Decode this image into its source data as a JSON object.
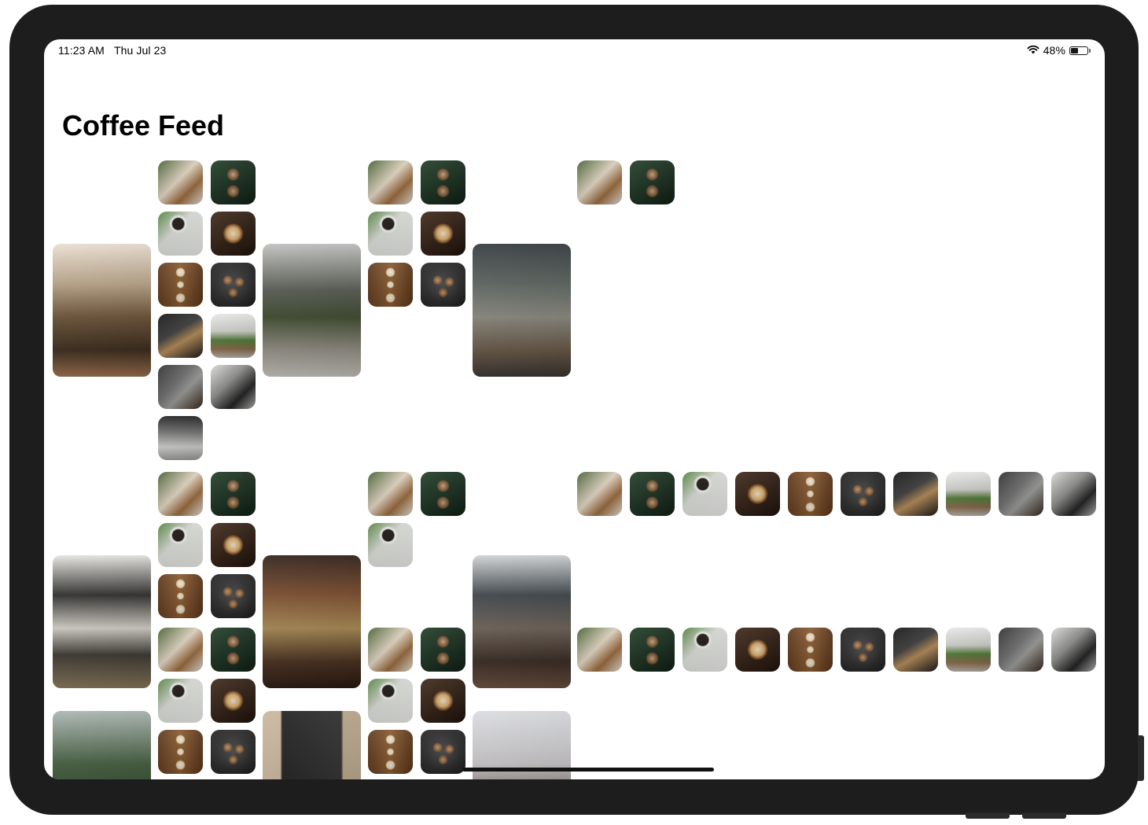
{
  "status_bar": {
    "time": "11:23 AM",
    "date": "Thu Jul 23",
    "battery": "48%",
    "battery_level": 0.48
  },
  "page": {
    "title": "Coffee Feed"
  },
  "icons": [
    "wifi-icon",
    "battery-icon"
  ],
  "thumbnails": [
    {
      "name": "latte-cups-plants",
      "bg": "linear-gradient(135deg,#3f5a2a 0%,#e4d7c4 45%,#9b6a3c 70%,#f2ede4 100%)"
    },
    {
      "name": "two-cappuccinos-dark",
      "bg": "radial-gradient(circle at 50% 32%,#c9a57d 0,#6b4a2a 14%,transparent 17%),radial-gradient(circle at 50% 70%,#c9a57d 0,#6b4a2a 14%,transparent 17%),linear-gradient(135deg,#1d3a24,#0f1f14)"
    },
    {
      "name": "coffee-cup-notebook",
      "bg": "radial-gradient(circle at 45% 28%,#1a1410 0,#1a1410 14%,#f5f5f5 17%,transparent 24%),linear-gradient(135deg,#4c7a36 0%,#d9dcd6 40%,#f1f1ee 100%)"
    },
    {
      "name": "latte-art-beans",
      "bg": "radial-gradient(circle at 50% 50%,#f2e2c6 0,#d6a968 20%,#6a3f1b 30%,transparent 33%),linear-gradient(135deg,#3c2415,#1f130b)"
    },
    {
      "name": "cups-on-wood",
      "bg": "radial-gradient(circle at 50% 22%,#f5f0e8 0,#e8d2ae 9%,transparent 12%),radial-gradient(circle at 50% 50%,#f5f0e8 0,#e8d2ae 9%,transparent 12%),radial-gradient(circle at 50% 80%,#f5f0e8 0,#e8d2ae 9%,transparent 12%),linear-gradient(90deg,#5a3418,#8a5a2e 50%,#5a3418)"
    },
    {
      "name": "three-lattes-tray",
      "bg": "radial-gradient(circle at 38% 40%,#c59a6b 0,#7d5534 10%,transparent 13%),radial-gradient(circle at 64% 44%,#c59a6b 0,#7d5534 10%,transparent 13%),radial-gradient(circle at 50% 68%,#c59a6b 0,#7d5534 10%,transparent 13%),radial-gradient(circle,#4a4a4a 0,#2a2a2a 55%,#1b1b1b 100%)"
    },
    {
      "name": "pour-over-dark",
      "bg": "linear-gradient(150deg,#0f0f0f 0%,#3a3a3a 40%,#b48a55 60%,#1c1c1c 100%)"
    },
    {
      "name": "plant-coffee-counter",
      "bg": "linear-gradient(180deg,#e8e8e6 0%,#cfcfcb 40%,#4f7a34 60%,#8a6a4a 80%,#b9b5ad 100%)"
    },
    {
      "name": "glass-carafe",
      "bg": "linear-gradient(135deg,#2a2a2a 0%,#6a6a6a 40%,#9a9a98 60%,#3b2a1e 100%)"
    },
    {
      "name": "kettle-pour",
      "bg": "linear-gradient(135deg,#d8d8d6 0%,#8c8c8a 40%,#1f1f1f 70%,#bdbdbb 100%)"
    },
    {
      "name": "coffee-machine",
      "bg": "linear-gradient(180deg,#1c1c1c 0%,#6d6d6d 35%,#d3d3d1 70%,#9a9a98 100%)"
    }
  ],
  "feed_rows": [
    {
      "sections": [
        {
          "photo": {
            "name": "street-cafe-terrace",
            "bg": "linear-gradient(180deg,#e8ddd0 0%,#b9a487 30%,#6e5437 55%,#3d2c1d 80%,#a07450 100%)"
          },
          "thumb_count": 11
        },
        {
          "photo": {
            "name": "cafe-interior-plants",
            "bg": "linear-gradient(180deg,#bfc0bd 0%,#555850 35%,#3d4a2c 55%,#98948a 80%,#c9c6bf 100%)"
          },
          "thumb_count": 6
        },
        {
          "photo": {
            "name": "industrial-cafe-wood",
            "bg": "linear-gradient(180deg,#2f3438 0%,#59615c 30%,#8c8a80 55%,#6a5a48 80%,#3a3430 100%)"
          },
          "thumb_count": 2
        }
      ]
    },
    {
      "sections": [
        {
          "photo": {
            "name": "white-counter-cafe",
            "bg": "linear-gradient(180deg,#e7e5e0 0%,#2a2a28 30%,#d9d5cc 55%,#3f3a34 75%,#8b7a5c 100%)"
          },
          "thumb_count": 6
        },
        {
          "photo": {
            "name": "bakery-display",
            "bg": "linear-gradient(180deg,#2b1a12 0%,#7a4a2a 30%,#a98a52 55%,#4a3020 80%,#2a1a10 100%)"
          },
          "thumb_count": 3
        },
        {
          "photo": {
            "name": "loft-cafe-windows",
            "bg": "linear-gradient(180deg,#cfd2d4 0%,#3b4248 30%,#6f6258 55%,#3a2c24 80%,#6b5040 100%)"
          },
          "thumb_count": 10
        }
      ]
    },
    {
      "sections": [
        {
          "photo": {
            "name": "greenhouse-cafe",
            "bg": "linear-gradient(180deg,#a9b4b0 0%,#3f5a3a 40%,#203020 100%)"
          },
          "thumb_count": 6
        },
        {
          "photo": {
            "name": "menu-board-cafe",
            "bg": "linear-gradient(90deg,#c9b49a 0%,#c9b49a 18%,#1b1b1b 20%,#2b2b2b 80%,#b8a488 82%)"
          },
          "thumb_count": 6
        },
        {
          "photo": {
            "name": "chandelier-cafe",
            "bg": "linear-gradient(180deg,#d9dbe0 0%,#c7c4c6 40%,#6a5a50 70%,#3a2a22 100%)"
          },
          "thumb_count": 10
        }
      ]
    }
  ]
}
